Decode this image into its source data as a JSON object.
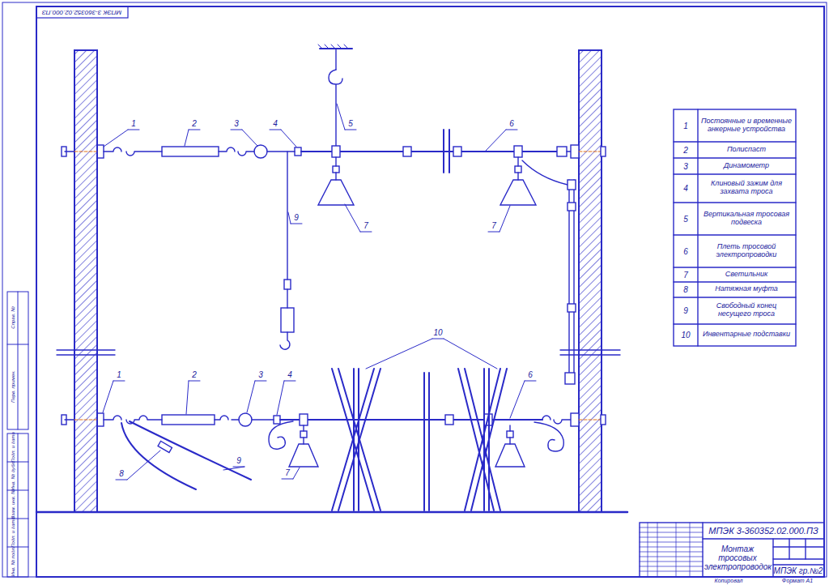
{
  "diagram": {
    "labels": [
      "МПЭК 3-360352.02.000.ПЗ",
      "1",
      "2",
      "3",
      "4",
      "5",
      "6",
      "9",
      "7",
      "7",
      "1",
      "2",
      "3",
      "4",
      "10",
      "6",
      "8",
      "9",
      "7",
      "1",
      "Постоянные и временные анкерные устройства",
      "2",
      "Полиспаст",
      "3",
      "Динамометр",
      "4",
      "Клиновый зажим для захвата троса",
      "5",
      "Вертикальная тросовая подвеска",
      "6",
      "Плеть тросовой электропроводки",
      "7",
      "Светильник",
      "8",
      "Натяжная муфта",
      "9",
      "Свободный конец несущего троса",
      "10",
      "Инвентарные подставки",
      "МПЭК 3-360352.02.000.ПЗ",
      "Монтаж тросовых электропроводок",
      "МПЭК гр.№2",
      "Копировал",
      "Формат А1",
      "Справ. №",
      "Перв. примен.",
      "Инв. № подл.",
      "Подп. и дата",
      "Взам. инв. №",
      "Инв. № дубл.",
      "Подп. и дата"
    ]
  }
}
